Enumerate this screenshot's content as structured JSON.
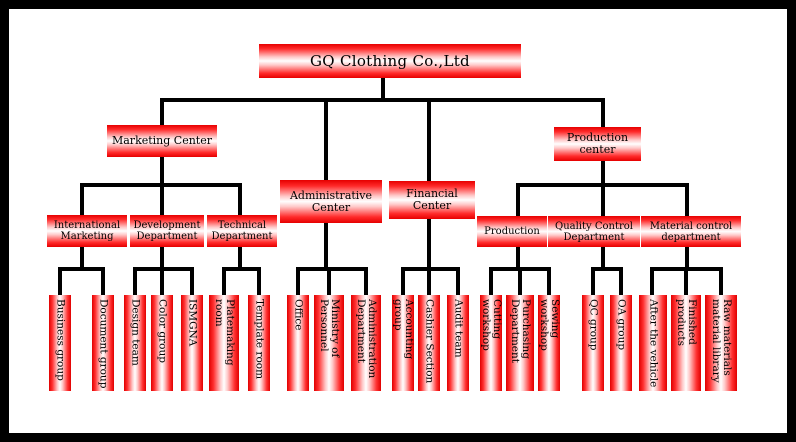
{
  "root": {
    "label": "GQ Clothing Co.,Ltd"
  },
  "marketing": {
    "label": "Marketing Center",
    "international": {
      "label": "International Marketing",
      "groups": [
        "Business group",
        "Document group"
      ]
    },
    "development": {
      "label": "Development Department",
      "groups": [
        "Design team",
        "Color group",
        "ISMGNA"
      ]
    },
    "technical": {
      "label": "Technical Department",
      "groups": [
        "Platemaking room",
        "Template room"
      ]
    }
  },
  "administrative": {
    "label": "Administrative Center",
    "groups": [
      "Office",
      "Ministry of Personnel",
      "Administration Department"
    ]
  },
  "financial": {
    "label": "Financial Center",
    "groups": [
      "Accounting group",
      "Cashier Section",
      "Audit team"
    ]
  },
  "production": {
    "label": "Production center",
    "prod": {
      "label": "Production",
      "groups": [
        "Cutting workshop",
        "Purchasing Department",
        "Sewing workshop"
      ]
    },
    "qc": {
      "label": "Quality Control Department",
      "groups": [
        "QC group",
        "OA group"
      ]
    },
    "material": {
      "label": "Material control department",
      "groups": [
        "After the vehicle",
        "Finished products",
        "Raw materials material library"
      ]
    }
  },
  "colors": {
    "box_red": "#e60000",
    "line": "#000000",
    "frame": "#000000"
  }
}
